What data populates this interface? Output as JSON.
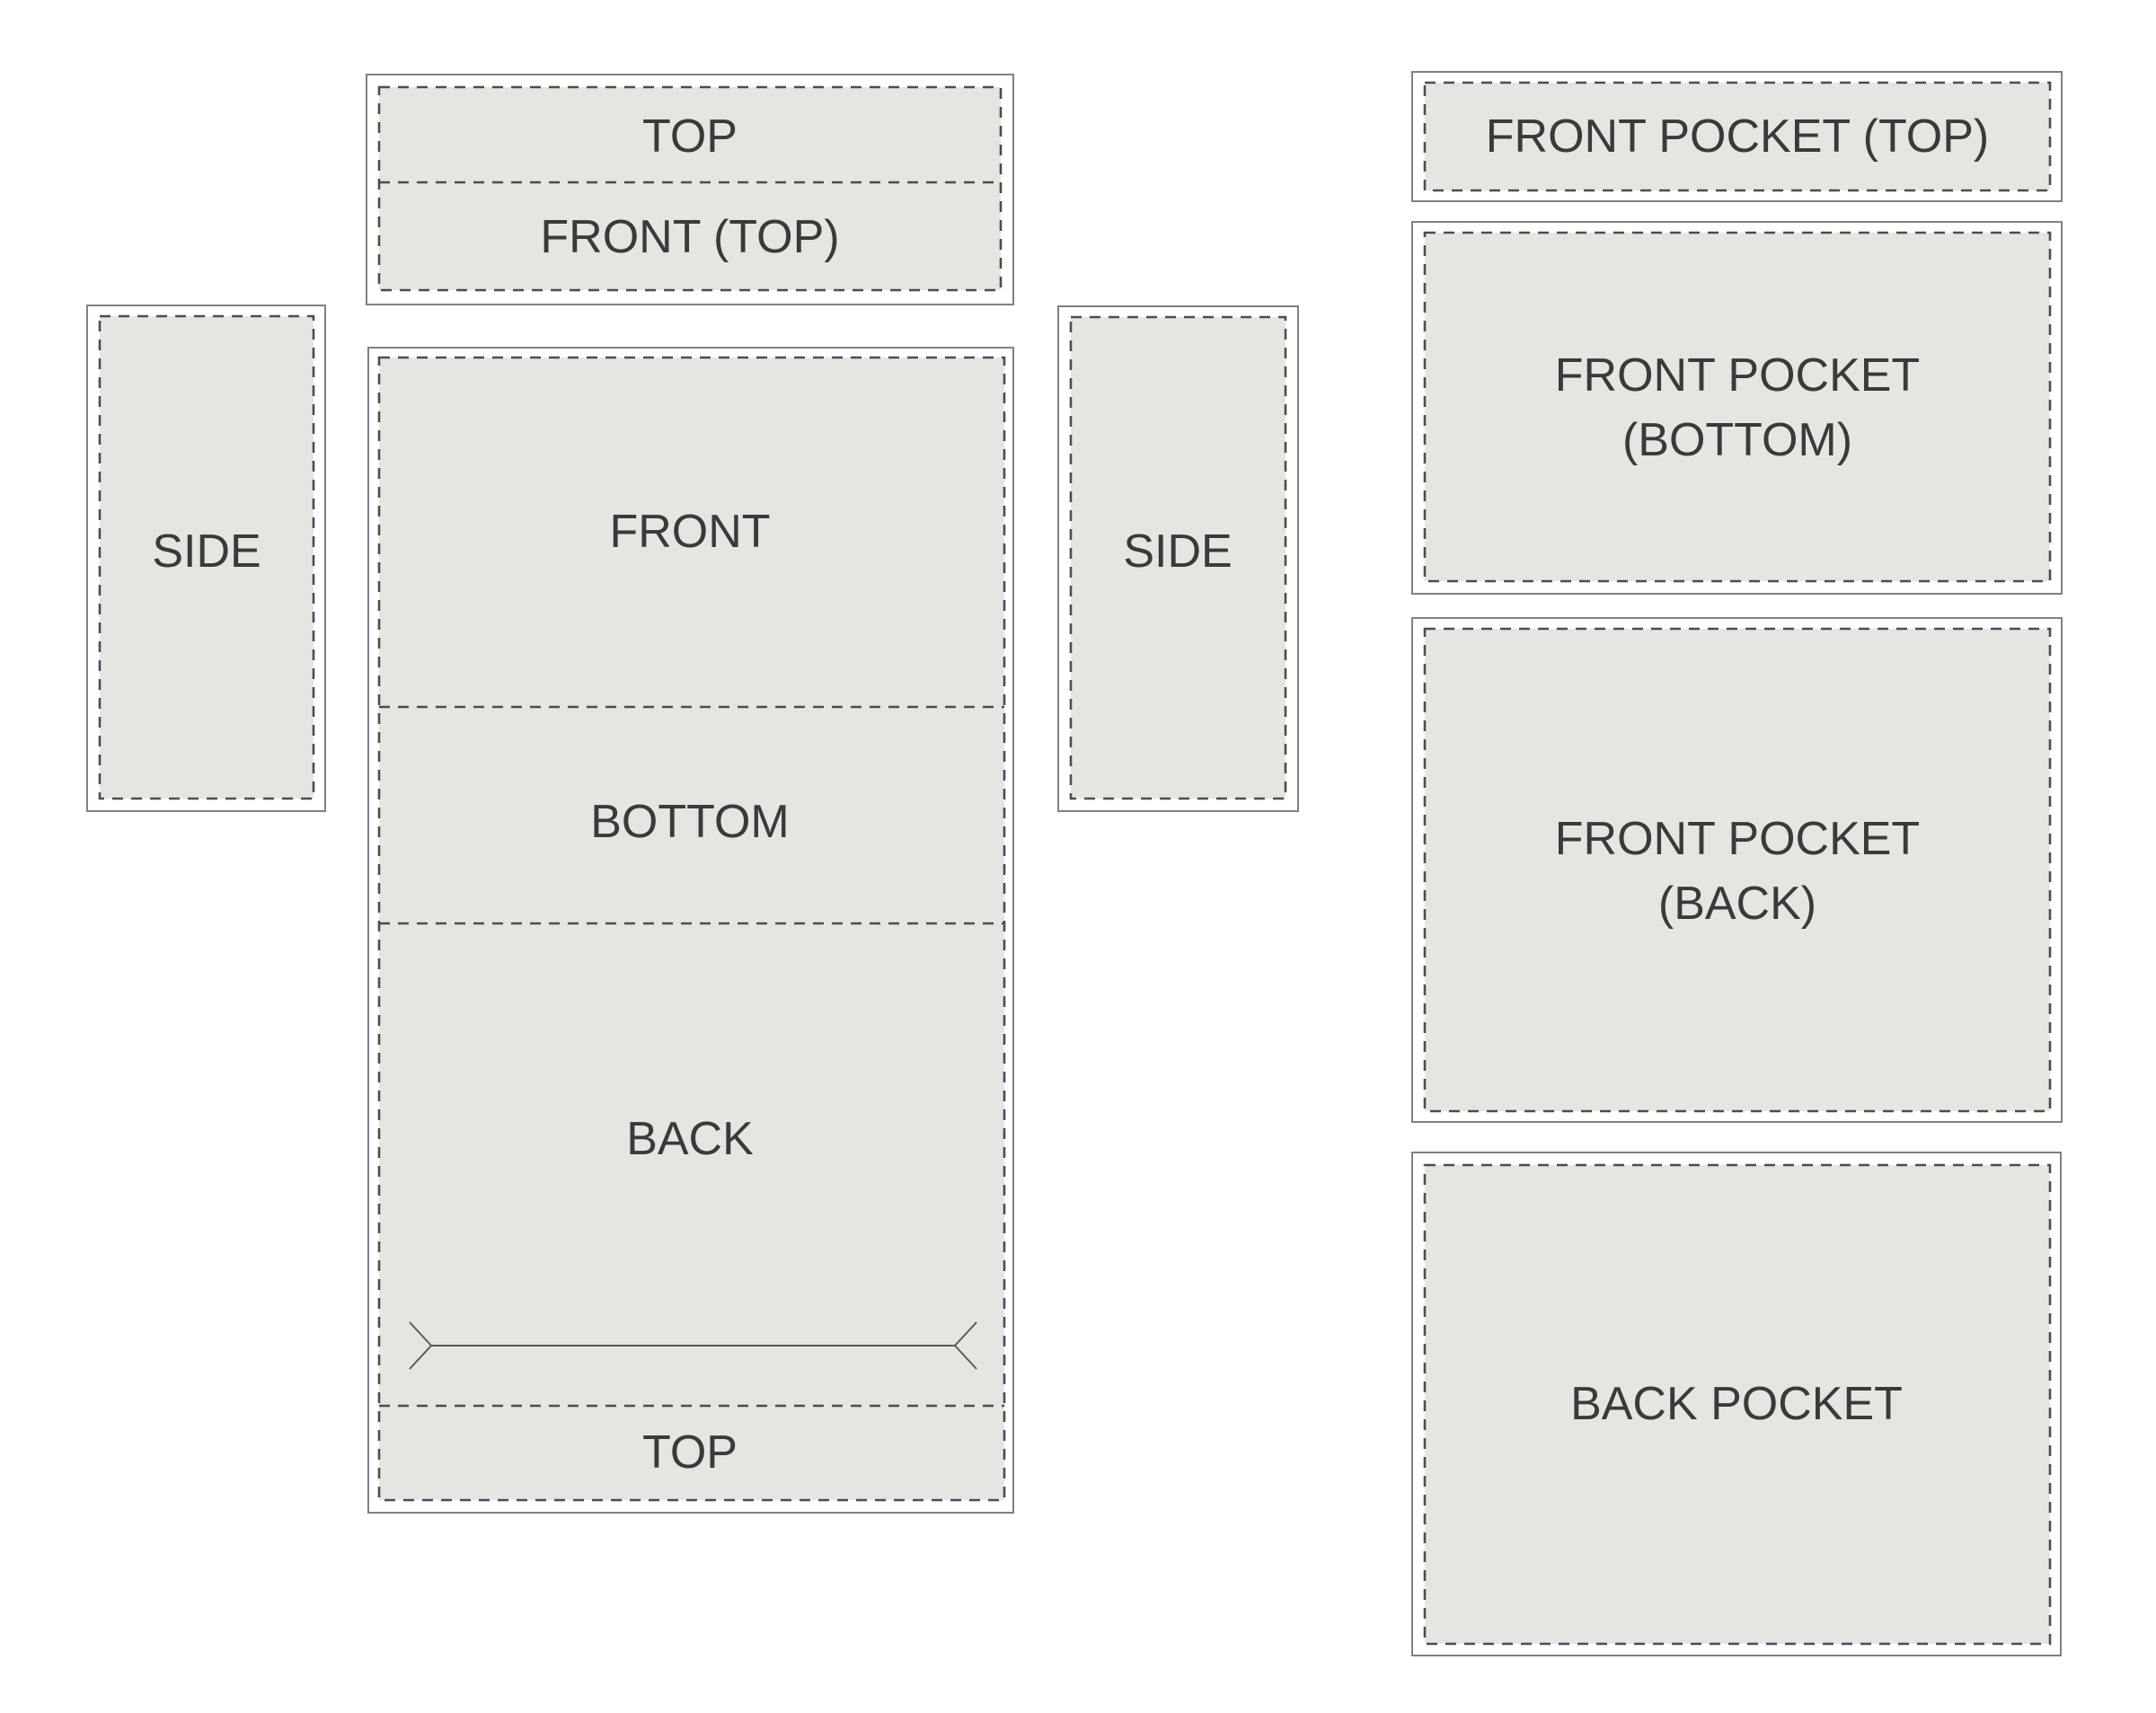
{
  "diagram": {
    "colors": {
      "background": "#ffffff",
      "fabric_fill": "#e7e5e2",
      "cut_line": "#4d4d4d",
      "piece_outline": "#808080",
      "label_text": "#3b3a38"
    },
    "pieces": {
      "top_front_top": {
        "sections": [
          "TOP",
          "FRONT (TOP)"
        ]
      },
      "side_left": {
        "label": "SIDE"
      },
      "main_panel": {
        "sections": [
          "FRONT",
          "BOTTOM",
          "BACK",
          "TOP"
        ]
      },
      "side_right": {
        "label": "SIDE"
      },
      "front_pocket_top": {
        "label": "FRONT POCKET (TOP)"
      },
      "front_pocket_bottom": {
        "lines": [
          "FRONT POCKET",
          "(BOTTOM)"
        ]
      },
      "front_pocket_back": {
        "lines": [
          "FRONT POCKET",
          "(BACK)"
        ]
      },
      "back_pocket": {
        "label": "BACK POCKET"
      }
    }
  }
}
